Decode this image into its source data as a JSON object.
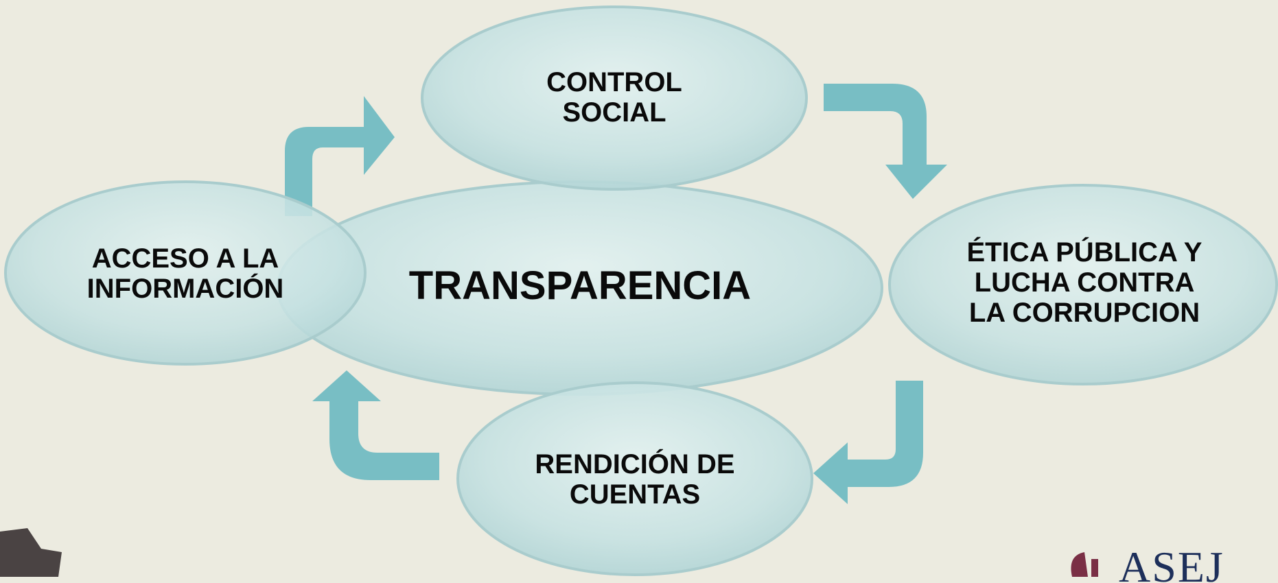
{
  "diagram": {
    "center": "TRANSPARENCIA",
    "top": "CONTROL\nSOCIAL",
    "left": "ACCESO A LA\nINFORMACIÓN",
    "right": "ÉTICA PÚBLICA Y\nLUCHA CONTRA\nLA CORRUPCION",
    "bottom": "RENDICIÓN DE\nCUENTAS"
  },
  "logo": {
    "text": "ASEJ"
  },
  "colors": {
    "ellipse_fill": "#cfe6e6",
    "arrow": "#78bec4",
    "background": "#ecebe0"
  }
}
